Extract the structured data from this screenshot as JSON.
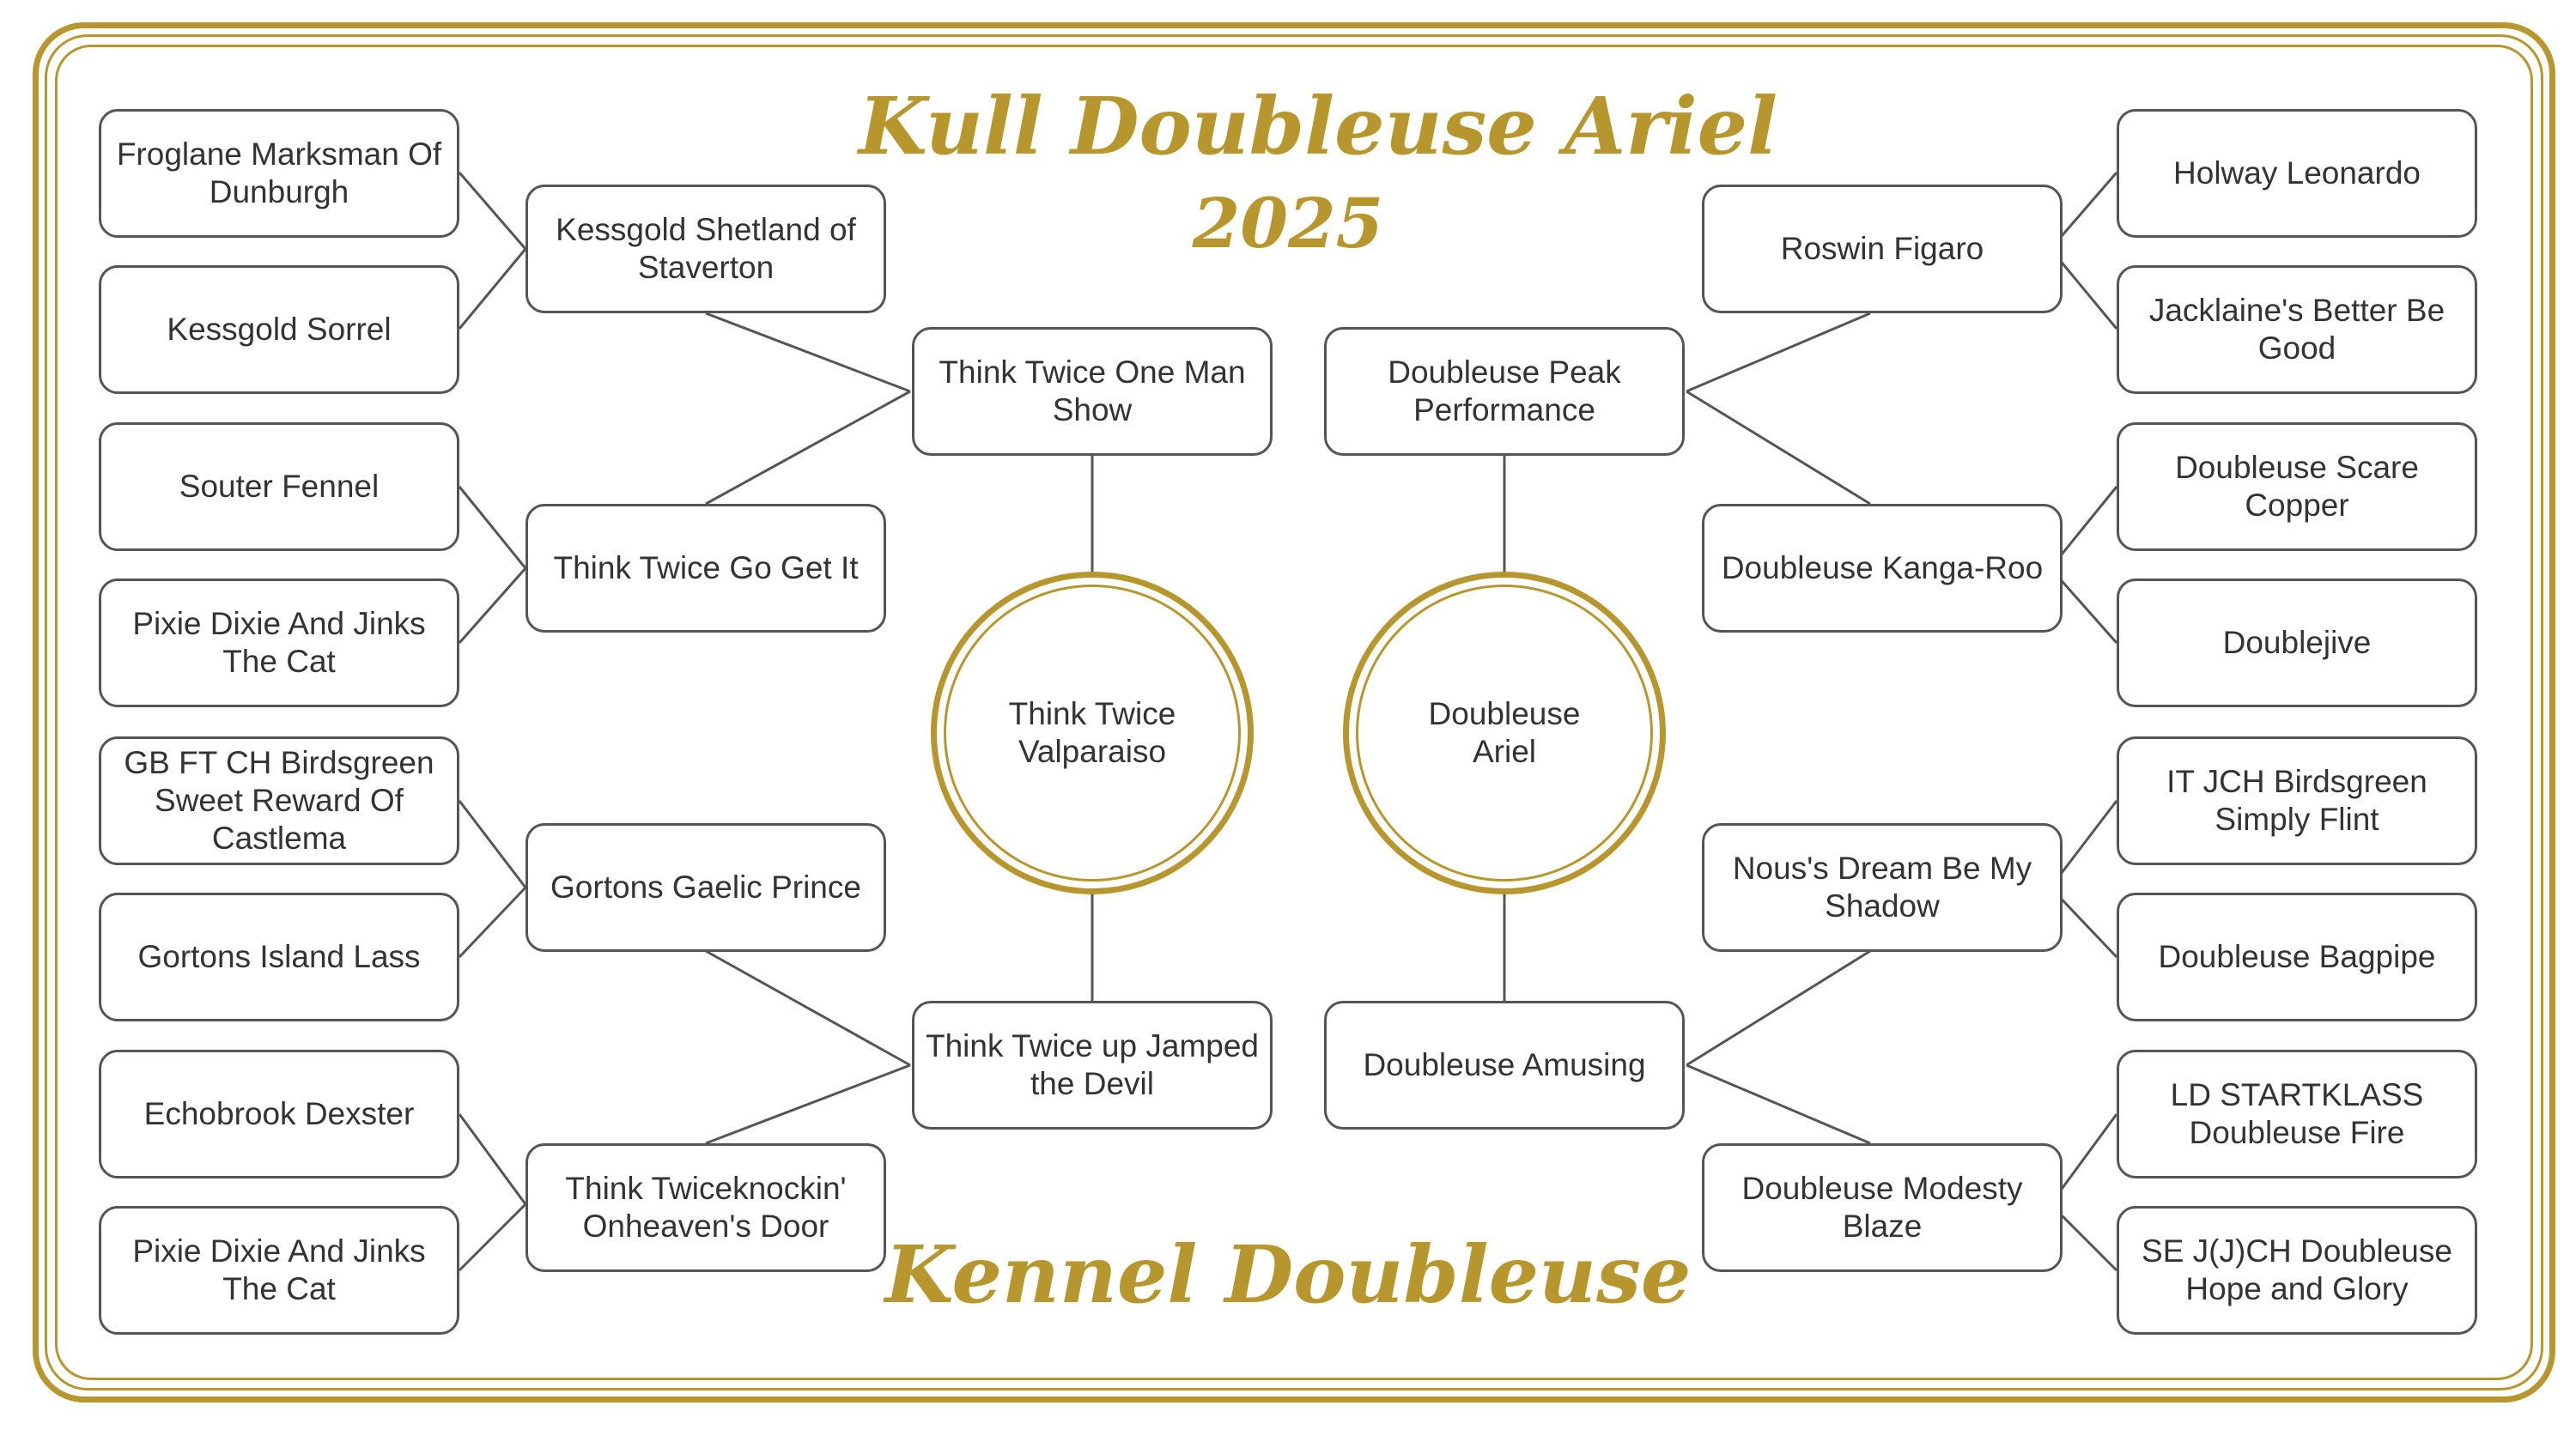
{
  "title": {
    "name": "Kull  Doubleuse Ariel",
    "year": "2025",
    "kennel": "Kennel Doubleuse"
  },
  "colors": {
    "gold": "#b8962e",
    "box_border": "#555555",
    "text": "#333333"
  },
  "litter": {
    "sire": "Think Twice Valparaiso",
    "dam": "Doubleuse Ariel"
  },
  "sire_side": {
    "sire": {
      "name": "Think Twice One Man Show",
      "sire": {
        "name": "Kessgold Shetland of Staverton",
        "sire": "Froglane Marksman Of Dunburgh",
        "dam": "Kessgold Sorrel"
      },
      "dam": {
        "name": "Think Twice Go Get It",
        "sire": "Souter Fennel",
        "dam": "Pixie Dixie And Jinks The Cat"
      }
    },
    "dam": {
      "name": "Think Twice up Jamped the Devil",
      "sire": {
        "name": "Gortons Gaelic Prince",
        "sire": "GB FT CH Birdsgreen Sweet Reward Of Castlema",
        "dam": "Gortons Island Lass"
      },
      "dam": {
        "name": "Think Twiceknockin' Onheaven's Door",
        "sire": "Echobrook Dexster",
        "dam": "Pixie Dixie And Jinks The Cat"
      }
    }
  },
  "dam_side": {
    "sire": {
      "name": "Doubleuse Peak Performance",
      "sire": {
        "name": "Roswin Figaro",
        "sire": "Holway Leonardo",
        "dam": "Jacklaine's Better Be Good"
      },
      "dam": {
        "name": "Doubleuse Kanga-Roo",
        "sire": "Doubleuse Scare Copper",
        "dam": "Doublejive"
      }
    },
    "dam": {
      "name": "Doubleuse Amusing",
      "sire": {
        "name": "Nous's Dream Be My Shadow",
        "sire": "IT JCH Birdsgreen Simply Flint",
        "dam": "Doubleuse Bagpipe"
      },
      "dam": {
        "name": "Doubleuse Modesty Blaze",
        "sire": "LD STARTKLASS Doubleuse Fire",
        "dam": "SE J(J)CH Doubleuse Hope and Glory"
      }
    }
  }
}
